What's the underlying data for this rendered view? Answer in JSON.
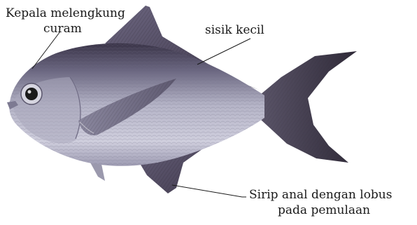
{
  "labels": {
    "head_line1": "Kepala melengkung",
    "head_line2": "curam",
    "scales": "sisik kecil",
    "anal_line1": "Sirip anal dengan lobus",
    "anal_line2": "pada pemulaan"
  },
  "colors": {
    "body_light": "#c7c6d6",
    "body_mid": "#8e8ca4",
    "back_dark": "#3a3448",
    "fin_dark": "#4a4358",
    "eye": "#1a1a1a",
    "leader_line": "#1a1a1a"
  },
  "icons": {
    "fish": "fish-illustration"
  }
}
